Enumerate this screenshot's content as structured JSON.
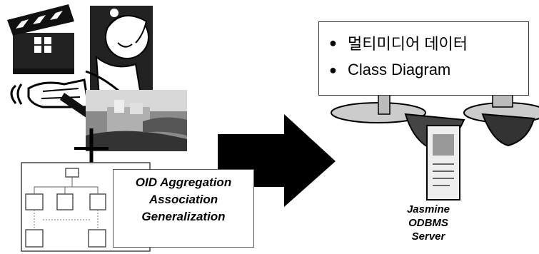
{
  "left_group": {
    "callout_lines": [
      "OID Aggregation",
      "Association",
      "Generalization"
    ]
  },
  "right_group": {
    "bullets": [
      "멀티미디어 데이터",
      "Class Diagram"
    ],
    "server_label": [
      "Jasmine",
      "ODBMS",
      "Server"
    ]
  },
  "icons": [
    "clapperboard-icon",
    "cartoon-figure-icon",
    "hand-icon",
    "photo-icon",
    "class-diagram-icon",
    "arrow-icon",
    "server-icon"
  ]
}
